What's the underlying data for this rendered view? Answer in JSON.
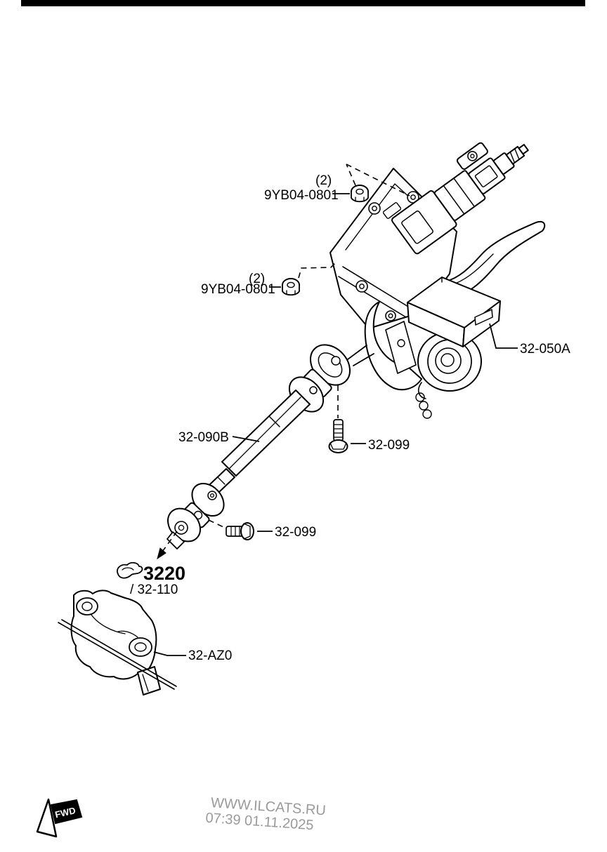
{
  "diagram": {
    "callouts": [
      {
        "qty": "(2)",
        "part": "9YB04-0801"
      },
      {
        "qty": "(2)",
        "part": "9YB04-0801"
      },
      {
        "part": "32-050A"
      },
      {
        "part": "32-090B"
      },
      {
        "part": "32-099"
      },
      {
        "part": "32-099"
      },
      {
        "part": "3220",
        "sub": "/ 32-110"
      },
      {
        "part": "32-AZ0"
      }
    ]
  },
  "footer": {
    "fwd": "FWD",
    "watermark_site": "WWW.ILCATS.RU",
    "watermark_time": "07:39 01.11.2025"
  },
  "colors": {
    "line": "#000000",
    "watermark": "#9a9a9a",
    "background": "#ffffff"
  }
}
